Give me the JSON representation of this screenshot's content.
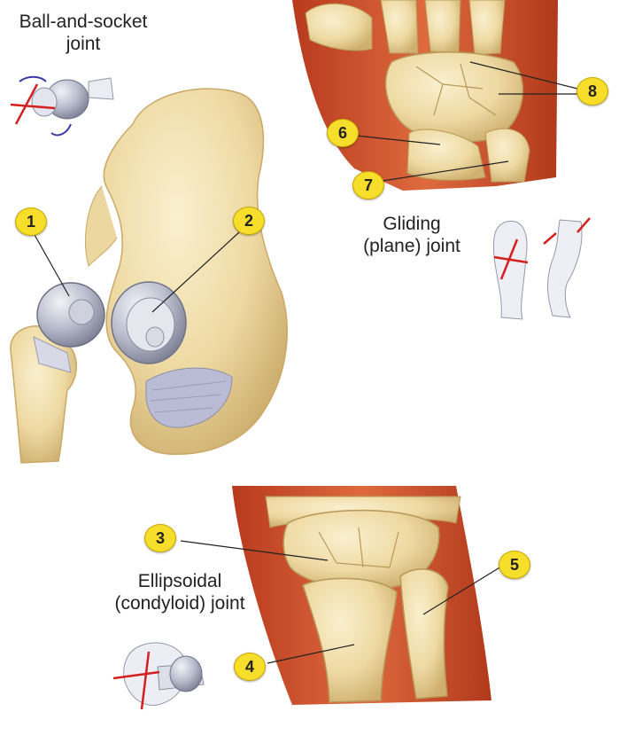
{
  "labels": {
    "ball_socket_line1": "Ball-and-socket",
    "ball_socket_line2": "joint",
    "gliding_line1": "Gliding",
    "gliding_line2": "(plane) joint",
    "ellipsoidal_line1": "Ellipsoidal",
    "ellipsoidal_line2": "(condyloid) joint"
  },
  "markers": [
    "1",
    "2",
    "3",
    "4",
    "5",
    "6",
    "7",
    "8"
  ],
  "colors": {
    "bone": "#f1dfb0",
    "bone_shadow": "#d8c088",
    "muscle": "#d2502c",
    "cartilage": "#b8bcd0",
    "badge": "#f7de2a",
    "arrow": "#d42020",
    "arrow_blue": "#3a3aa8"
  }
}
